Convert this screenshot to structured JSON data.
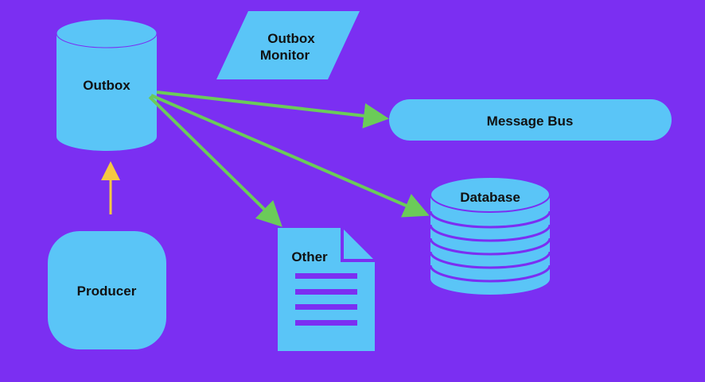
{
  "colors": {
    "background": "#7B2FF2",
    "node_fill": "#5AC5F7",
    "edge_green": "#6BCB59",
    "edge_yellow": "#F5C842",
    "line_purple": "#7B2FF2"
  },
  "nodes": {
    "outbox": {
      "label": "Outbox",
      "shape": "cylinder"
    },
    "outbox_monitor": {
      "label_line1": "Outbox",
      "label_line2": "Monitor",
      "shape": "parallelogram"
    },
    "message_bus": {
      "label": "Message Bus",
      "shape": "pill"
    },
    "database": {
      "label": "Database",
      "shape": "stacked-disks"
    },
    "other": {
      "label": "Other",
      "shape": "document"
    },
    "producer": {
      "label": "Producer",
      "shape": "rounded-square"
    }
  },
  "edges": [
    {
      "from": "producer",
      "to": "outbox",
      "color": "edge_yellow"
    },
    {
      "from": "outbox",
      "to": "message_bus",
      "color": "edge_green"
    },
    {
      "from": "outbox",
      "to": "database",
      "color": "edge_green"
    },
    {
      "from": "outbox",
      "to": "other",
      "color": "edge_green"
    }
  ]
}
